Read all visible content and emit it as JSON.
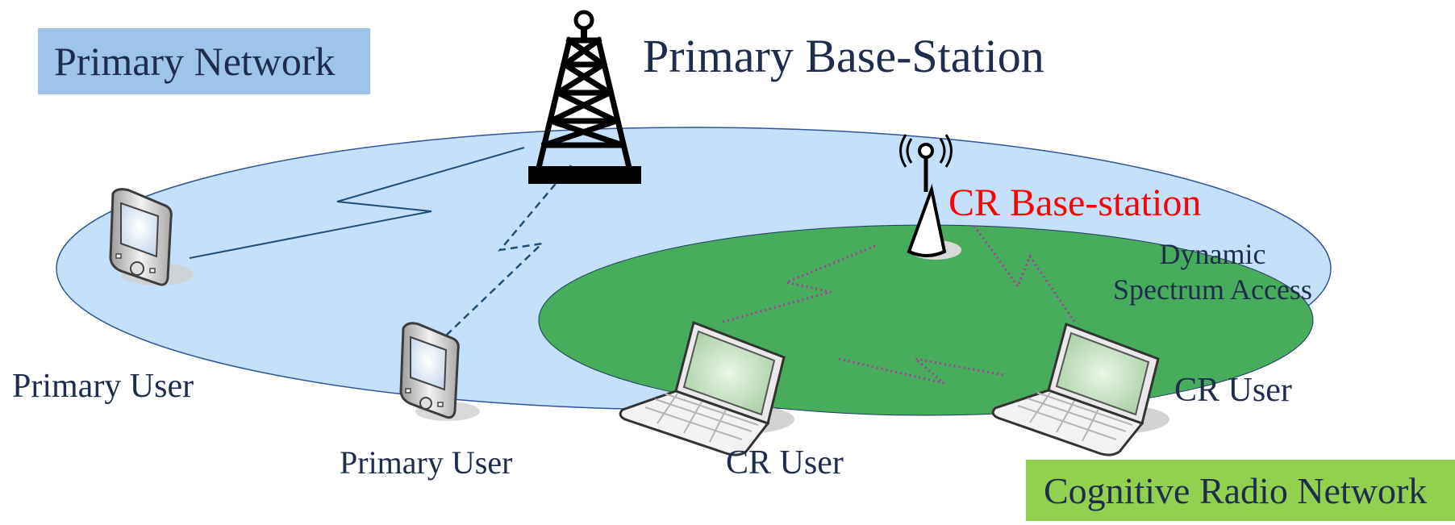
{
  "labels": {
    "primary_network": "Primary Network",
    "primary_base_station": "Primary Base-Station",
    "cr_base_station": "CR Base-station",
    "dynamic_spectrum_access": "Dynamic\nSpectrum Access",
    "primary_user_left": "Primary User",
    "primary_user_center": "Primary User",
    "cr_user_center": "CR User",
    "cr_user_right": "CR User",
    "cognitive_radio_network": "Cognitive Radio Network"
  },
  "colors": {
    "primary_area": "#c5e0fb",
    "primary_area_stroke": "#2f5597",
    "cr_area": "#47ad5c",
    "primary_network_box": "#9ec4ea",
    "cr_network_box": "#92d050",
    "cr_base_station_text": "#ff0000",
    "primary_link": "#1f4e79",
    "cr_link": "#a33c9f"
  }
}
